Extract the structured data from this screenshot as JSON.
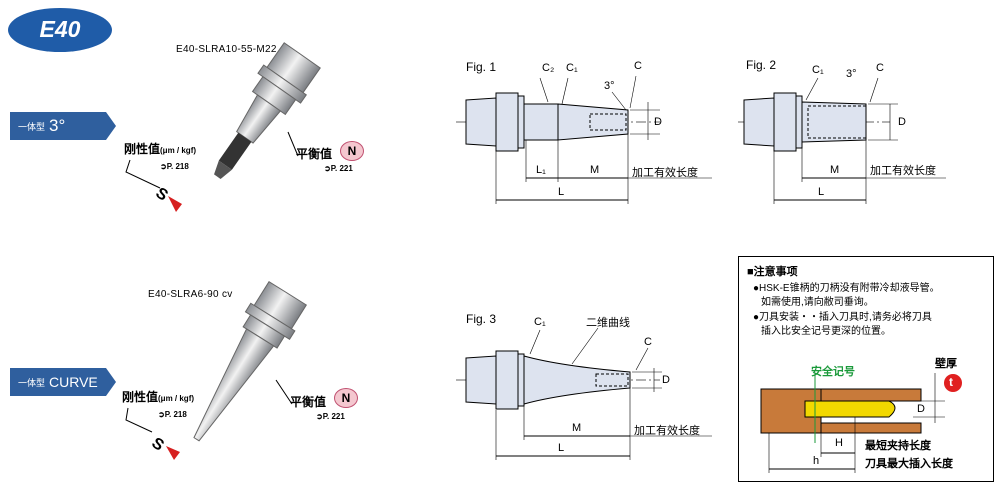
{
  "badge": {
    "label": "E40",
    "color": "#1f5ca8"
  },
  "product1": {
    "model": "E40-SLRA10-55-M22",
    "tag_small": "一体型",
    "tag_large": "3°",
    "rigidity_label": "刚性值",
    "rigidity_unit": "(μm / kgf)",
    "rigidity_ref": "➲P. 218",
    "balance_label": "平衡值",
    "balance_grade": "N",
    "balance_ref": "➲P. 221",
    "s_mark": "S"
  },
  "product2": {
    "model": "E40-SLRA6-90 cv",
    "tag_small": "一体型",
    "tag_large": "CURVE",
    "rigidity_label": "刚性值",
    "rigidity_unit": "(μm / kgf)",
    "rigidity_ref": "➲P. 218",
    "balance_label": "平衡值",
    "balance_grade": "N",
    "balance_ref": "➲P. 221",
    "s_mark": "S"
  },
  "fig1": {
    "title": "Fig. 1",
    "c2": "C₂",
    "c1": "C₁",
    "c": "C",
    "angle": "3°",
    "d": "D",
    "l1": "L₁",
    "m": "M",
    "l": "L",
    "eff": "加工有效长度"
  },
  "fig2": {
    "title": "Fig. 2",
    "c1": "C₁",
    "c": "C",
    "angle": "3°",
    "d": "D",
    "m": "M",
    "l": "L",
    "eff": "加工有效长度"
  },
  "fig3": {
    "title": "Fig. 3",
    "c1": "C₁",
    "curve": "二维曲线",
    "c": "C",
    "d": "D",
    "m": "M",
    "l": "L",
    "eff": "加工有效长度"
  },
  "notes": {
    "title": "■注意事项",
    "lines": [
      "●HSK-E锥柄的刀柄没有附带冷却液导管。",
      "如需使用,请向敝司垂询。",
      "●刀具安装・・插入刀具时,请务必将刀具",
      "插入比安全记号更深的位置。"
    ],
    "safety_mark": "安全记号",
    "wall": "壁厚",
    "t": "t",
    "d": "D",
    "H": "H",
    "h": "h",
    "min_clamp": "最短夹持长度",
    "max_insert": "刀具最大插入长度"
  }
}
